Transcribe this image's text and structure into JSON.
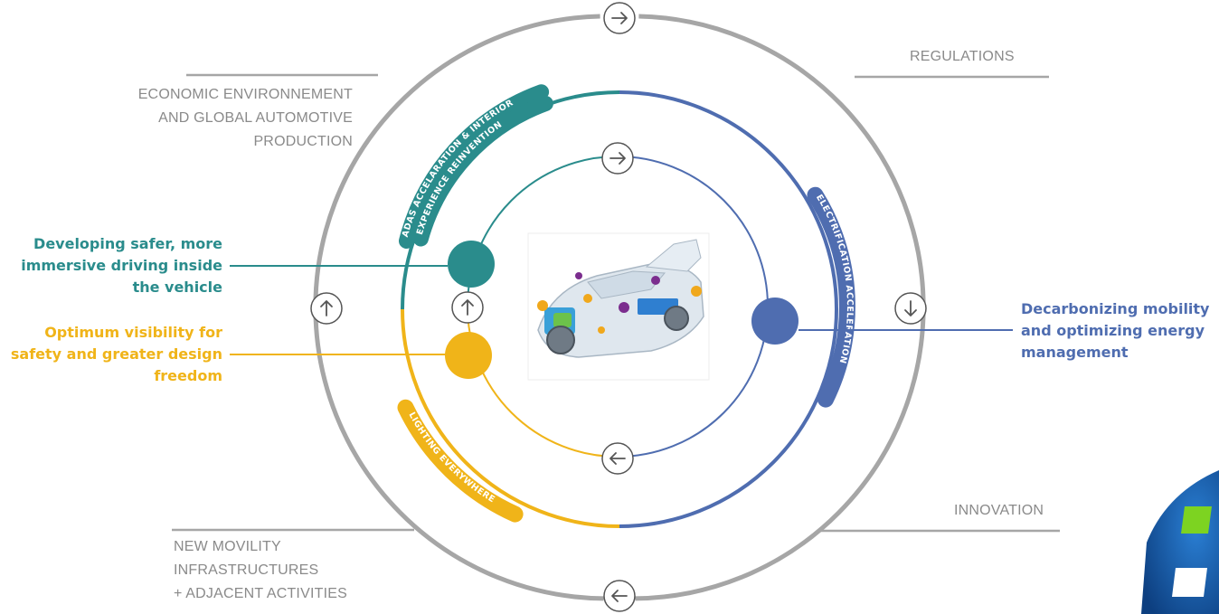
{
  "corner_labels": {
    "economic": [
      "ECONOMIC ENVIRONNEMENT",
      "AND GLOBAL AUTOMOTIVE",
      "PRODUCTION"
    ],
    "regulations": [
      "REGULATIONS"
    ],
    "innovation": [
      "INNOVATION"
    ],
    "mobility": [
      "NEW MOVILITY",
      "INFRASTRUCTURES",
      "+ ADJACENT ACTIVITIES"
    ]
  },
  "themes": {
    "adas": {
      "lines": [
        "Developing safer, more",
        "immersive driving inside",
        "the vehicle"
      ],
      "color": "#2a8c8c"
    },
    "lighting": {
      "lines": [
        "Optimum visibility for",
        "safety and greater design",
        "freedom"
      ],
      "color": "#f0b419"
    },
    "electrification": {
      "lines": [
        "Decarbonizing mobility",
        "and optimizing energy",
        "management"
      ],
      "color": "#4f6db0"
    }
  },
  "arc_labels": {
    "adas_1": "ADAS ACCELARATION & INTERIOR",
    "adas_2": "EXPERIENCE REINVENTION",
    "electrification": "ELECTRIFICATION ACCELERATION",
    "lighting": "LIGHTING EVERYWHERE"
  },
  "icons": {
    "outer_top": "arrow-right-icon",
    "outer_bottom": "arrow-left-icon",
    "outer_left": "arrow-up-icon",
    "outer_right": "arrow-down-icon",
    "inner_top": "arrow-right-icon",
    "inner_bottom": "arrow-left-icon",
    "inner_left": "arrow-up-icon",
    "center_image": "car-cutaway-image",
    "corner_logo": "brand-logo"
  },
  "colors": {
    "outer_ring": "#a6a6a6",
    "corner_text": "#8a8a8a",
    "logo_blue": "#1d5aa8",
    "logo_green": "#7dd321"
  }
}
